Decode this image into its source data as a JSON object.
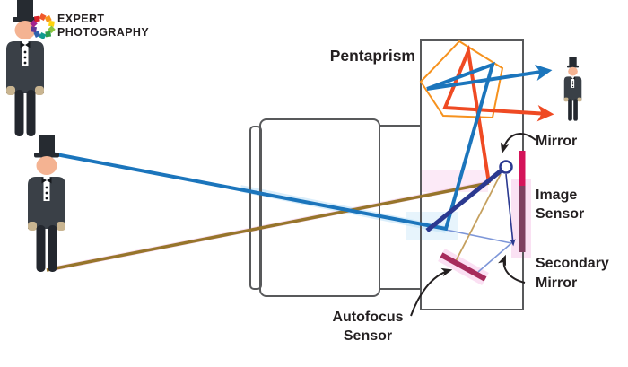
{
  "logo": {
    "line1": "EXPERT",
    "line2": "PHOTOGRAPHY"
  },
  "labels": {
    "pentaprism": "Pentaprism",
    "mirror": "Mirror",
    "image_sensor": {
      "line1": "Image",
      "line2": "Sensor"
    },
    "secondary_mirror": {
      "line1": "Secondary",
      "line2": "Mirror"
    },
    "autofocus_sensor": {
      "line1": "Autofocus",
      "line2": "Sensor"
    }
  },
  "colors": {
    "ray_blue": "#1b75bc",
    "ray_orange": "#ef4a23",
    "ray_gold": "#97752b",
    "pentaprism_outline": "#f6921e",
    "mirror_navy": "#2b3990",
    "thin_tan": "#c5a05e",
    "thin_blue": "#7d96d8",
    "sensor_pink": "#d4145a",
    "sensor_plum": "#7e4060",
    "af_sensor": "#a62c5c",
    "outline_gray": "#58595b",
    "arrow_black": "#231f20",
    "suit_dark": "#3a4047",
    "skin": "#f4b392"
  }
}
